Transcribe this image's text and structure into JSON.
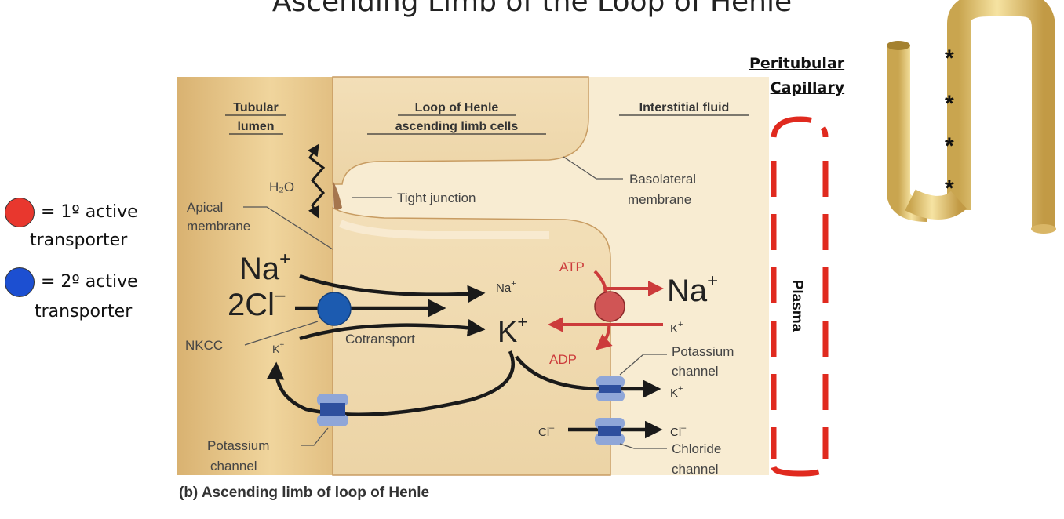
{
  "title": "Ascending Limb of the Loop of Henle",
  "legend": [
    {
      "symbol_color": "#e8372e",
      "line1": "= 1º active",
      "line2": "transporter"
    },
    {
      "symbol_color": "#1c4fd1",
      "line1": "= 2º active",
      "line2": "transporter"
    }
  ],
  "capillary": {
    "title_line1": "Peritubular",
    "title_line2": "Capillary",
    "plasma_label": "Plasma"
  },
  "tubule_marks": [
    "*",
    "*",
    "*",
    "*"
  ],
  "figure": {
    "headers": {
      "lumen": [
        "Tubular",
        "lumen"
      ],
      "cells": [
        "Loop of Henle",
        "ascending limb cells"
      ],
      "interstitial": "Interstitial fluid"
    },
    "labels": {
      "water": "H₂O",
      "tight_junction": "Tight junction",
      "basolateral": [
        "Basolateral",
        "membrane"
      ],
      "apical": [
        "Apical",
        "membrane"
      ],
      "na_lumen": "Na",
      "na_sup": "+",
      "cl_lumen": "2Cl",
      "cl_sup": "–",
      "nkcc": "NKCC",
      "k_small": "K",
      "k_small_sup": "+",
      "cotransport": "Cotransport",
      "na_cell": "Na",
      "na_cell_sup": "+",
      "k_cell": "K",
      "k_cell_sup": "+",
      "atp": "ATP",
      "adp": "ADP",
      "na_out": "Na",
      "na_out_sup": "+",
      "k_in": "K",
      "k_in_sup": "+",
      "k_out": "K",
      "k_out_sup": "+",
      "potassium_channel_right": [
        "Potassium",
        "channel"
      ],
      "potassium_channel_left": [
        "Potassium",
        "channel"
      ],
      "cl_in": "Cl",
      "cl_in_sup": "–",
      "cl_out": "Cl",
      "cl_out_sup": "–",
      "chloride_channel": [
        "Chloride",
        "channel"
      ]
    },
    "caption": "(b) Ascending limb of loop of Henle"
  },
  "colors": {
    "primary_transport": "#cc3b3b",
    "nkcc": "#1c5bb0",
    "channel": "#8fa6d8",
    "capillary_dash": "#e02a1f",
    "lumen": "#e4c48a",
    "cell": "#efd9b0",
    "interstitial": "#f8ecd2"
  }
}
